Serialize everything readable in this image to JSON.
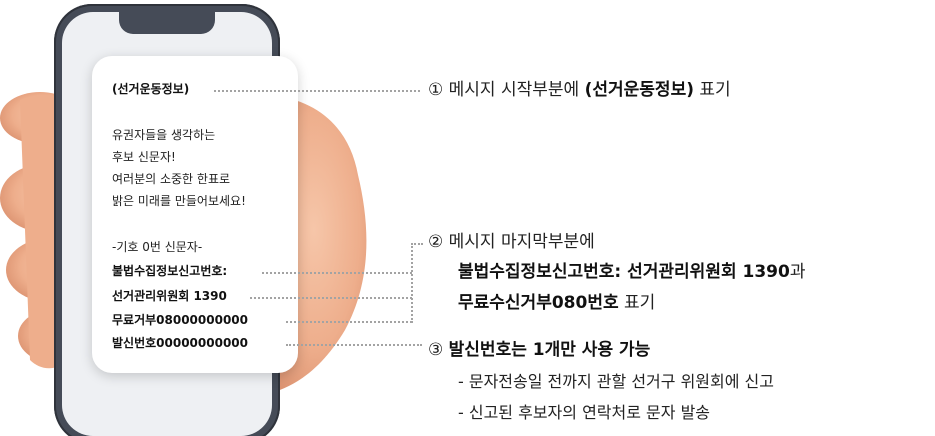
{
  "message": {
    "header": "(선거운동정보)",
    "body": [
      "유권자들을 생각하는",
      "후보 신문자!",
      "여러분의 소중한 한표로",
      "밝은 미래를 만들어보세요!"
    ],
    "signature": "-기호 0번 신문자-",
    "report_label": "불법수집정보신고번호:",
    "report_value": "선거관리위원회 1390",
    "reject_line": "무료거부08000000000",
    "sender_line": "발신번호00000000000"
  },
  "annotations": {
    "a1": {
      "num": "①",
      "text": "메시지 시작부분에 ",
      "bold": "(선거운동정보)",
      "tail": " 표기"
    },
    "a2": {
      "num": "②",
      "text": "메시지 마지막부분에",
      "line2_bold": "불법수집정보신고번호: 선거관리위원회 1390",
      "line2_tail": "과",
      "line3_bold": "무료수신거부080번호",
      "line3_tail": " 표기"
    },
    "a3": {
      "num": "③",
      "bold": "발신번호는 1개만 사용 가능",
      "sub1": "- 문자전송일 전까지 관할 선거구 위원회에 신고",
      "sub2": "- 신고된 후보자의 연락처로 문자 발송"
    }
  },
  "colors": {
    "phone": "#454b57",
    "skin": "#f0b394",
    "dots": "#a3a3a3"
  }
}
